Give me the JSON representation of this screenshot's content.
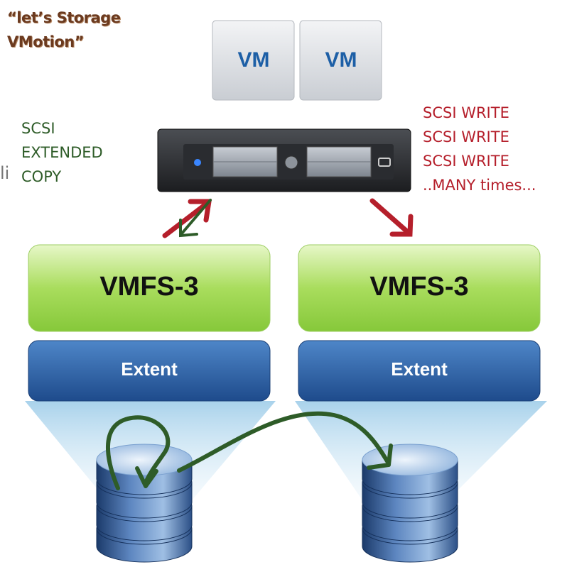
{
  "caption": {
    "line1": "“let’s Storage",
    "line2": "VMotion”"
  },
  "vms": [
    {
      "label": "VM"
    },
    {
      "label": "VM"
    }
  ],
  "left_label": {
    "line1": "SCSI",
    "line2": "EXTENDED",
    "line3": "COPY",
    "clipped_text": "li"
  },
  "right_label": {
    "line1": "SCSI WRITE",
    "line2": "SCSI WRITE",
    "line3": "SCSI WRITE",
    "line4": "..MANY times..."
  },
  "datastores": [
    {
      "vmfs_label": "VMFS-3",
      "extent_label": "Extent"
    },
    {
      "vmfs_label": "VMFS-3",
      "extent_label": "Extent"
    }
  ],
  "colors": {
    "caption": "#6b3a1f",
    "scsi_green": "#2e5c28",
    "scsi_red": "#b51f2b",
    "vmfs_green": "#9fd64f",
    "extent_blue": "#2d5fa3",
    "vm_text": "#1d5fa6"
  }
}
